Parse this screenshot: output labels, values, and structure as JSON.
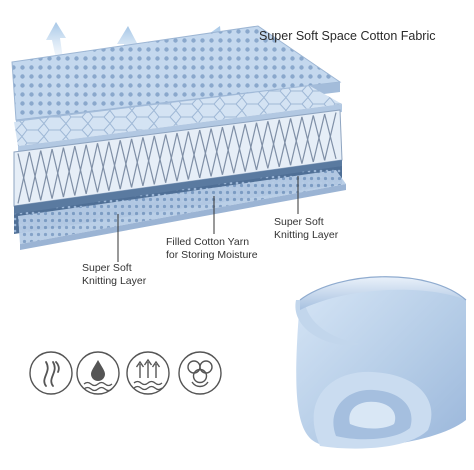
{
  "title": "Super Soft Space Cotton Fabric",
  "labels": {
    "middle_line1": "Filled Cotton Yarn",
    "middle_line2": "for Storing Moisture",
    "bottom_right_line1": "Super Soft",
    "bottom_right_line2": "Knitting Layer",
    "bottom_left_line1": "Super Soft",
    "bottom_left_line2": "Knitting Layer"
  },
  "icons": [
    "heat-wave-icon",
    "water-drop-icon",
    "breathable-arrows-icon",
    "cotton-flower-icon"
  ],
  "colors": {
    "fabric_blue": "#a9c4e2",
    "fabric_light": "#cfe0f2",
    "fabric_dark": "#6f8fb8",
    "arrow": "#8fb8e0",
    "icon_stroke": "#555555"
  }
}
